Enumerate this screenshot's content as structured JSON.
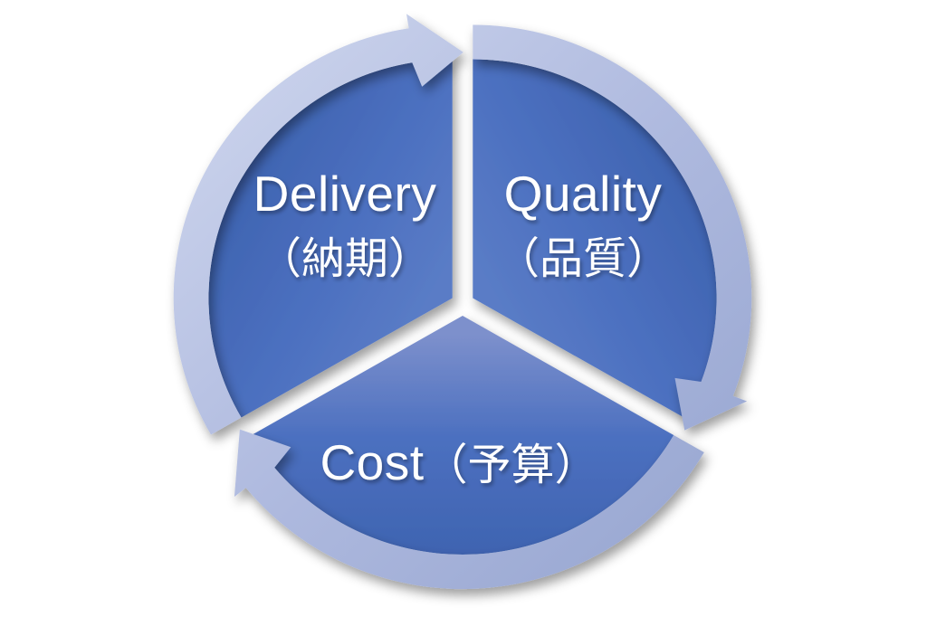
{
  "diagram": {
    "type": "segmented-cycle",
    "direction": "clockwise",
    "background": "#FFFFFF",
    "segments": [
      {
        "id": "delivery",
        "label_en": "Delivery",
        "label_ja": "（納期）",
        "position": "top-left"
      },
      {
        "id": "quality",
        "label_en": "Quality",
        "label_ja": "（品質）",
        "position": "top-right"
      },
      {
        "id": "cost",
        "label_en": "Cost",
        "label_ja": "（予算）",
        "position": "bottom"
      }
    ],
    "colors": {
      "wedge_light": "#7D90CC",
      "wedge_light_side": "#5A7CC6",
      "wedge_mid": "#4C70C0",
      "wedge_dark": "#3E63B0",
      "band_light": "#CDD5ED",
      "band_mid": "#AFBADF",
      "band_dark": "#96A5D0",
      "text": "#FFFFFF"
    }
  }
}
